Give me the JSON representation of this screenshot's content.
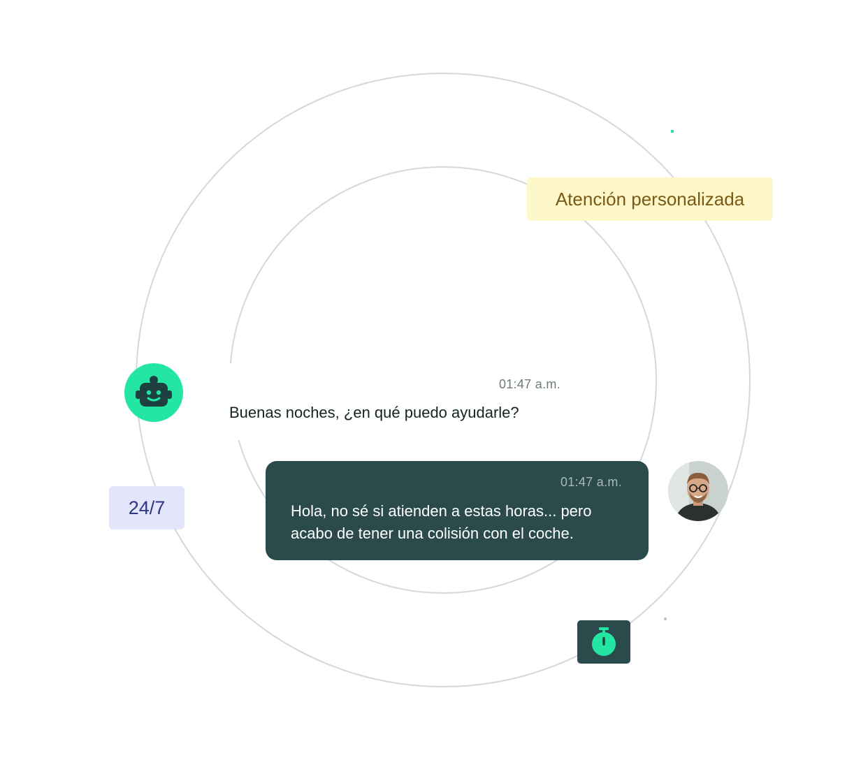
{
  "badges": {
    "personalized": "Atención personalizada",
    "availability": "24/7"
  },
  "chat": {
    "bot_message": {
      "time": "01:47 a.m.",
      "text": "Buenas noches, ¿en qué puedo ayudarle?"
    },
    "user_message": {
      "time": "01:47 a.m.",
      "text": "Hola, no sé si atienden a estas horas... pero acabo de tener una colisión con el coche."
    }
  },
  "icons": {
    "bot": "robot-icon",
    "user": "user-avatar",
    "timer": "stopwatch-icon"
  },
  "colors": {
    "accent_green": "#22e6a2",
    "dark_teal": "#2b4a4b",
    "personalized_bg": "#fdf7c9",
    "personalized_text": "#7a5a15",
    "availability_bg": "#e3e6fb",
    "availability_text": "#2f3580",
    "ring": "#d4d8d8"
  }
}
